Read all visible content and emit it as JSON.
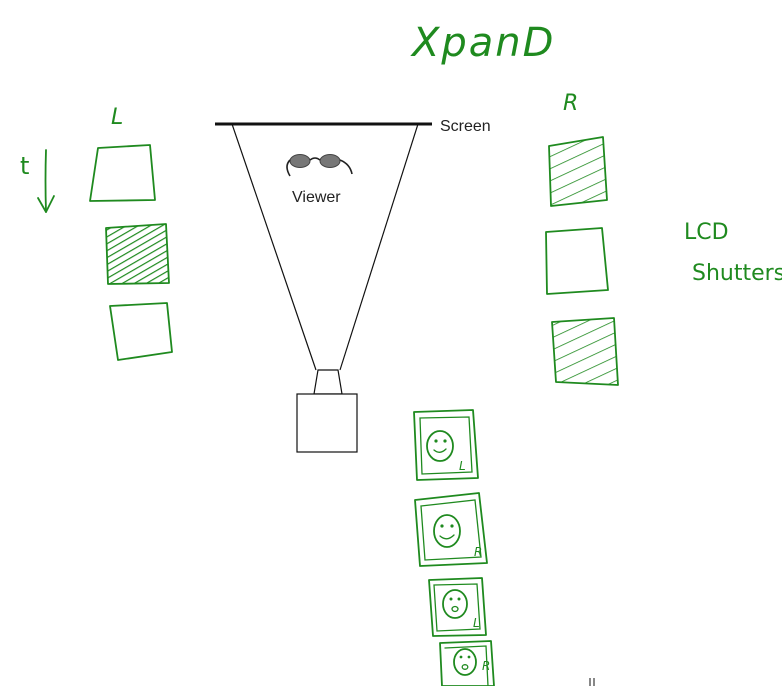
{
  "title": "XpanD",
  "screen": {
    "label": "Screen"
  },
  "viewer": {
    "label": "Viewer"
  },
  "left_eye": {
    "label": "L"
  },
  "right_eye": {
    "label": "R"
  },
  "time_axis": {
    "label": "t"
  },
  "shutters": {
    "label_line1": "LCD",
    "label_line2": "Shutters"
  },
  "frames": {
    "labels": [
      "L",
      "R",
      "L",
      "R"
    ]
  },
  "left_shutters_shaded": [
    false,
    true,
    false
  ],
  "right_shutters_shaded": [
    true,
    false,
    true
  ],
  "colors": {
    "ink": "#1f8a1f",
    "pen": "#111111",
    "lens": "#777777"
  }
}
